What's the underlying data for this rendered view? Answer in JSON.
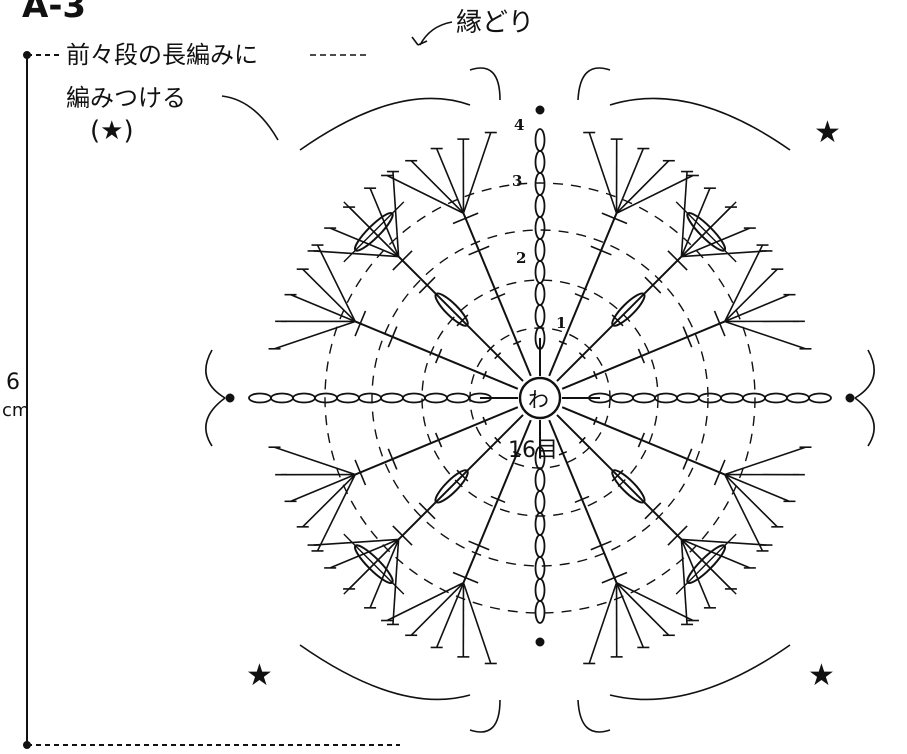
{
  "title": "A-3",
  "edge_label": "縁どり",
  "attach_note_line1": "前々段の長編みに",
  "attach_note_line2": "編みつける",
  "attach_note_star": "(★)",
  "dimension_value": "6",
  "dimension_unit": "cm",
  "center_ring": "わ",
  "stitch_count": "16目",
  "row_numbers": [
    "1",
    "2",
    "3",
    "4"
  ],
  "star_symbol": "★",
  "colors": {
    "ink": "#111111",
    "background": "#ffffff"
  }
}
